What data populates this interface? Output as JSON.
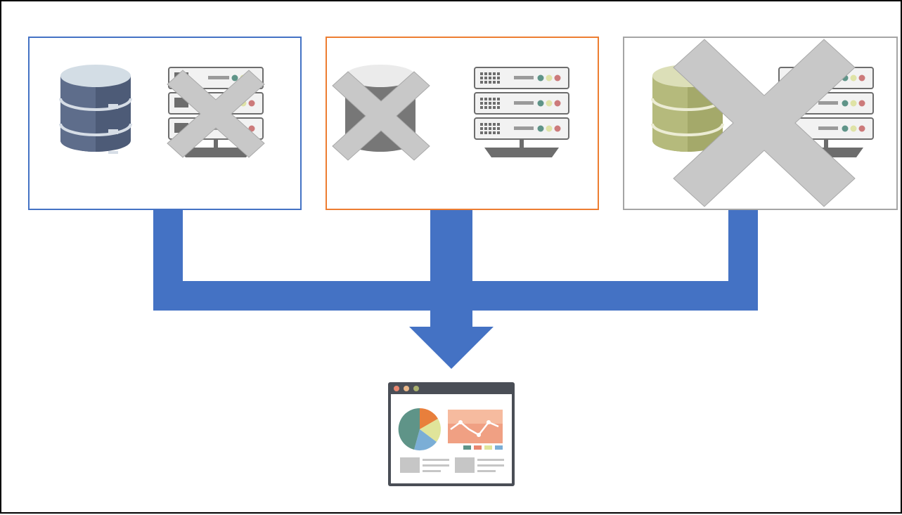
{
  "diagram": {
    "colors": {
      "frame": "#000000",
      "arrow": "#4472c4",
      "cross": "#c8c8c8",
      "cross_edge": "#a8a8a8"
    },
    "sources": [
      {
        "id": "source-1",
        "border_color": "#4472c4",
        "database_icon": "database-icon",
        "database_color": "#4d5b77",
        "database_crossed": false,
        "server_icon": "server-rack-icon",
        "server_crossed": true
      },
      {
        "id": "source-2",
        "border_color": "#ed7d31",
        "database_icon": "database-icon",
        "database_color": "#777777",
        "database_crossed": true,
        "server_icon": "server-rack-icon",
        "server_crossed": false
      },
      {
        "id": "source-3",
        "border_color": "#a5a5a5",
        "database_icon": "database-icon",
        "database_color": "#a4a96a",
        "database_crossed": true,
        "server_icon": "server-rack-icon",
        "server_crossed": true
      }
    ],
    "target": {
      "icon": "dashboard-window-icon",
      "pie_colors": [
        "#e87f3c",
        "#e0e49a",
        "#7baed6",
        "#5f9488"
      ],
      "legend_colors": [
        "#5f9488",
        "#e87f3c",
        "#e0e49a",
        "#7baed6"
      ]
    }
  }
}
